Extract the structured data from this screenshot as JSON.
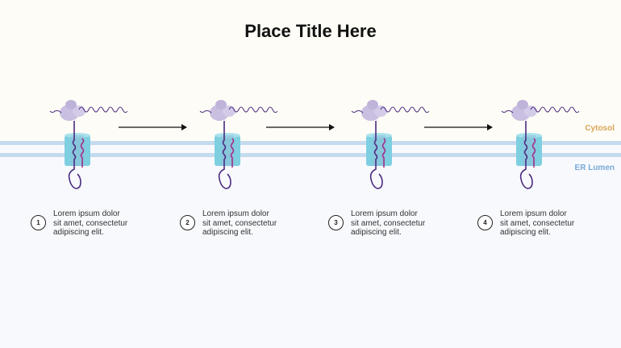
{
  "title": "Place Title Here",
  "labels": {
    "cytosol": "Cytosol",
    "er_lumen": "ER Lumen"
  },
  "colors": {
    "cytosol_label": "#d9a55a",
    "lumen_label": "#7aa9d6",
    "membrane": "#c4dbee",
    "channel": "#7ecfe0",
    "ribosome": "#c9bfe0",
    "protein_chain": "#4b2b7f",
    "nascent_segment": "#a0308a"
  },
  "steps": [
    {
      "number": "1",
      "text": "Lorem ipsum dolor\nsit amet, consectetur\nadipiscing elit."
    },
    {
      "number": "2",
      "text": "Lorem ipsum dolor\nsit amet, consectetur\nadipiscing elit."
    },
    {
      "number": "3",
      "text": "Lorem ipsum dolor\nsit amet, consectetur\nadipiscing elit."
    },
    {
      "number": "4",
      "text": "Lorem ipsum dolor\nsit amet, consectetur\nadipiscing elit."
    }
  ]
}
